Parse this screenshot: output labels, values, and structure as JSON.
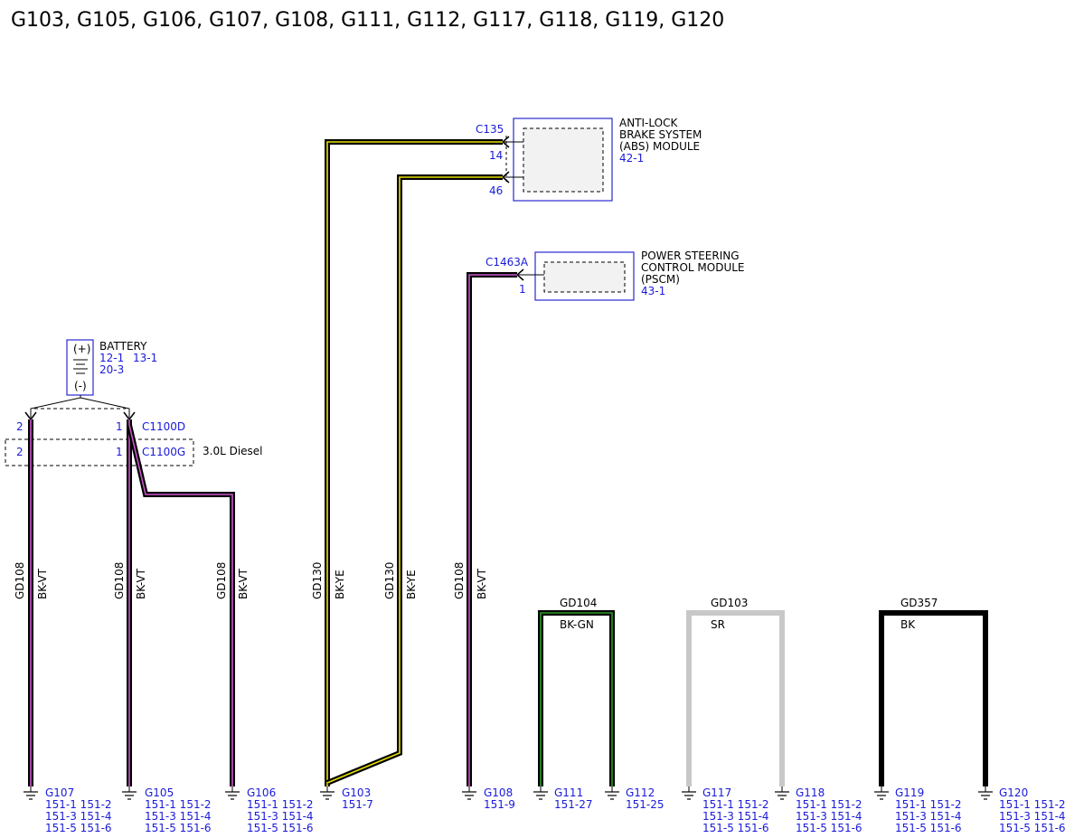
{
  "title": "G103, G105, G106, G107, G108, G111, G112, G117, G118, G119, G120",
  "abs": {
    "connector": "C135",
    "pin_a": "14",
    "pin_b": "46",
    "name_1": "ANTI-LOCK",
    "name_2": "BRAKE SYSTEM",
    "name_3": "(ABS) MODULE",
    "ref": "42-1"
  },
  "pscm": {
    "connector": "C1463A",
    "pin": "1",
    "name_1": "POWER STEERING",
    "name_2": "CONTROL MODULE",
    "name_3": "(PSCM)",
    "ref": "43-1"
  },
  "battery": {
    "name": "BATTERY",
    "plus": "(+)",
    "minus": "(-)",
    "ref_1": "12-1",
    "ref_2": "13-1",
    "ref_3": "20-3"
  },
  "connectors": {
    "c1100d": "C1100D",
    "c1100g": "C1100G",
    "pin_2_top": "2",
    "pin_1_top": "1",
    "pin_2_bot": "2",
    "pin_1_bot": "1",
    "diesel": "3.0L Diesel"
  },
  "circuits": {
    "gd108": "GD108",
    "bkvt": "BK-VT",
    "gd130": "GD130",
    "bkye": "BK-YE",
    "gd104": "GD104",
    "bkgn": "BK-GN",
    "gd103": "GD103",
    "sr": "SR",
    "gd357": "GD357",
    "bk": "BK"
  },
  "grounds": [
    {
      "name": "G107",
      "refs": [
        "151-1 151-2",
        "151-3 151-4",
        "151-5 151-6"
      ]
    },
    {
      "name": "G105",
      "refs": [
        "151-1 151-2",
        "151-3 151-4",
        "151-5 151-6"
      ]
    },
    {
      "name": "G106",
      "refs": [
        "151-1 151-2",
        "151-3 151-4",
        "151-5 151-6"
      ]
    },
    {
      "name": "G103",
      "refs": [
        "151-7"
      ]
    },
    {
      "name": "G108",
      "refs": [
        "151-9"
      ]
    },
    {
      "name": "G111",
      "refs": [
        "151-27"
      ]
    },
    {
      "name": "G112",
      "refs": [
        "151-25"
      ]
    },
    {
      "name": "G117",
      "refs": [
        "151-1 151-2",
        "151-3 151-4",
        "151-5 151-6"
      ]
    },
    {
      "name": "G118",
      "refs": [
        "151-1 151-2",
        "151-3 151-4",
        "151-5 151-6"
      ]
    },
    {
      "name": "G119",
      "refs": [
        "151-1 151-2",
        "151-3 151-4",
        "151-5 151-6"
      ]
    },
    {
      "name": "G120",
      "refs": [
        "151-1 151-2",
        "151-3 151-4",
        "151-5 151-6"
      ]
    }
  ],
  "colors": {
    "text": "#000000",
    "ref_blue": "#1a1adb",
    "violet": "#cc55cc",
    "yellow": "#e8e000",
    "green": "#2a9a2a",
    "silver": "#c8c8c8",
    "box_border": "#2a2ad0",
    "box_fill": "#f2f2f2"
  }
}
